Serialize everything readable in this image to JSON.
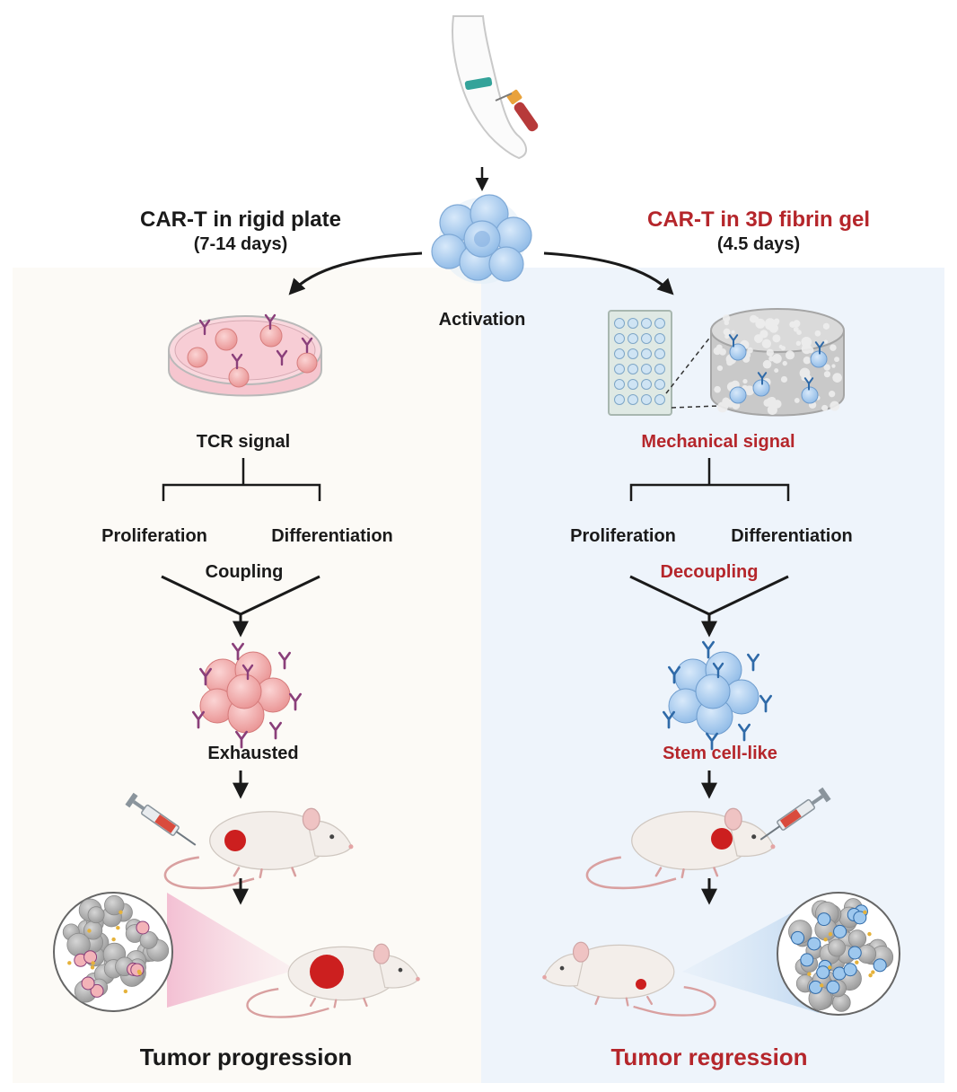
{
  "colors": {
    "left_bg": "#fcfaf6",
    "right_bg": "#eef4fb",
    "accent_red": "#b5262b",
    "text_dark": "#1a1a1a",
    "exhausted_cell": "#f0a6a6",
    "stem_cell": "#a9cdef",
    "receptor_purple": "#8a3f7a",
    "receptor_blue": "#2f6aa8",
    "tumor_red": "#cc1f1f"
  },
  "icons": [
    "arm-blood-draw-icon",
    "activated-cell-cluster-icon",
    "petri-dish-icon",
    "well-plate-icon",
    "fibrin-gel-cylinder-icon",
    "exhausted-cell-cluster-icon",
    "stem-cell-cluster-icon",
    "mouse-icon",
    "syringe-icon",
    "tumor-section-icon"
  ],
  "top": {
    "activation": "Activation"
  },
  "left": {
    "title": "CAR-T   in rigid plate",
    "duration": "(7-14 days)",
    "signal": "TCR signal",
    "branch_a": "Proliferation",
    "branch_b": "Differentiation",
    "merge": "Coupling",
    "state": "Exhausted",
    "outcome": "Tumor progression"
  },
  "right": {
    "title": "CAR-T  in 3D fibrin gel",
    "duration": "(4.5 days)",
    "signal": "Mechanical signal",
    "branch_a": "Proliferation",
    "branch_b": "Differentiation",
    "merge": "Decoupling",
    "state": "Stem cell-like",
    "outcome": "Tumor regression"
  }
}
